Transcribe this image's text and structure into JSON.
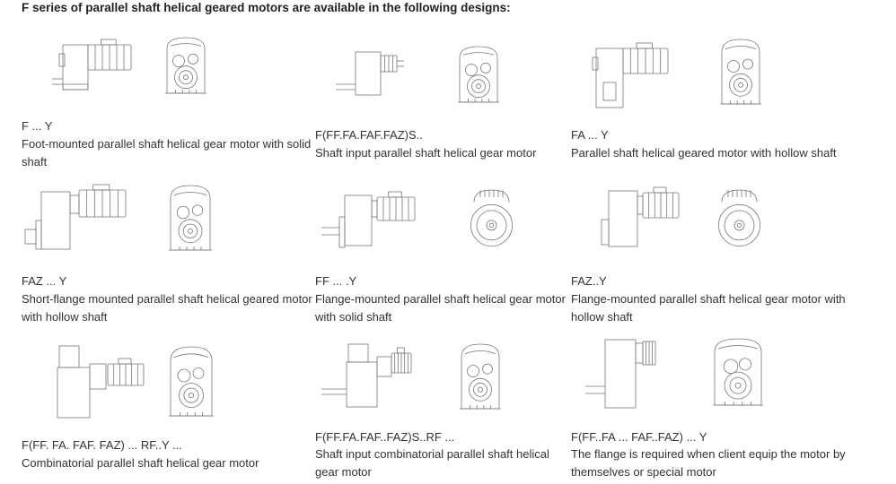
{
  "heading": "F series of parallel shaft helical geared motors are available in the following designs:",
  "designs": [
    {
      "model": "F ... Y",
      "description": "Foot-mounted parallel shaft helical gear motor with solid shaft"
    },
    {
      "model": "F(FF.FA.FAF.FAZ)S..",
      "description": "Shaft input parallel shaft helical gear motor"
    },
    {
      "model": "FA ... Y",
      "description": "Parallel shaft helical geared motor with hollow shaft"
    },
    {
      "model": "FAZ ... Y",
      "description": "Short-flange mounted parallel shaft helical geared motor with hollow shaft"
    },
    {
      "model": "FF ... .Y",
      "description": "Flange-mounted parallel shaft helical gear motor with solid shaft"
    },
    {
      "model": "FAZ..Y",
      "description": "Flange-mounted parallel shaft helical gear motor with hollow shaft"
    },
    {
      "model": "F(FF. FA. FAF. FAZ) ... RF..Y ...",
      "description": "Combinatorial parallel shaft helical gear motor"
    },
    {
      "model": "F(FF.FA.FAF..FAZ)S..RF ...",
      "description": "Shaft input combinatorial parallel shaft helical gear motor"
    },
    {
      "model": "F(FF..FA ... FAF..FAZ) ... Y",
      "description": "The flange is required when client equip the motor by themselves or special motor"
    }
  ]
}
